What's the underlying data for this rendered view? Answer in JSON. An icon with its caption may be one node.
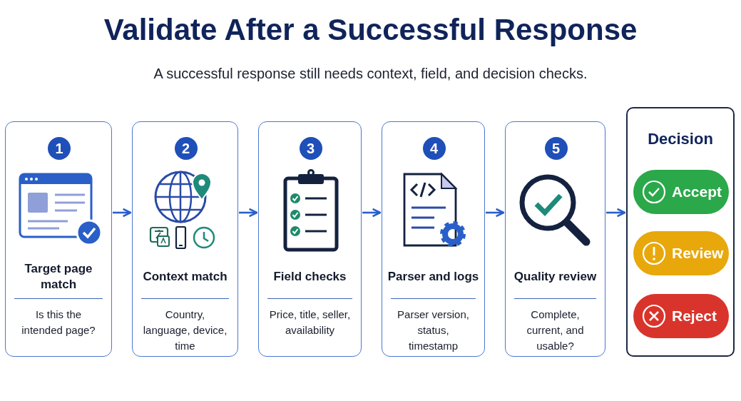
{
  "diagram": {
    "title": "Validate After a Successful Response",
    "caption": "A successful response still needs context, field, and decision checks.",
    "nodes": [
      {
        "text": [
          "1",
          "Target page match",
          "Is this the intended page?"
        ]
      },
      {
        "text": [
          "2",
          "Context match",
          "Country, language, device, time"
        ]
      },
      {
        "text": [
          "3",
          "Field checks",
          "Price, title, seller, availability"
        ]
      },
      {
        "text": [
          "4",
          "Parser and logs",
          "Parser version, status, timestamp"
        ]
      },
      {
        "text": [
          "5",
          "Quality review",
          "Complete, current, and usable?"
        ]
      },
      {
        "text": [
          "Decision"
        ]
      },
      {
        "text": [
          "Accept"
        ],
        "in": 5
      },
      {
        "text": [
          "Review"
        ],
        "in": 5
      },
      {
        "text": [
          "Reject"
        ],
        "in": 5
      }
    ],
    "edges": [
      {
        "from": 0,
        "to": 1,
        "arrow": "to"
      },
      {
        "from": 1,
        "to": 2,
        "arrow": "to"
      },
      {
        "from": 2,
        "to": 3,
        "arrow": "to"
      },
      {
        "from": 3,
        "to": 4,
        "arrow": "to"
      },
      {
        "from": 4,
        "to": 5,
        "arrow": "to"
      }
    ]
  }
}
